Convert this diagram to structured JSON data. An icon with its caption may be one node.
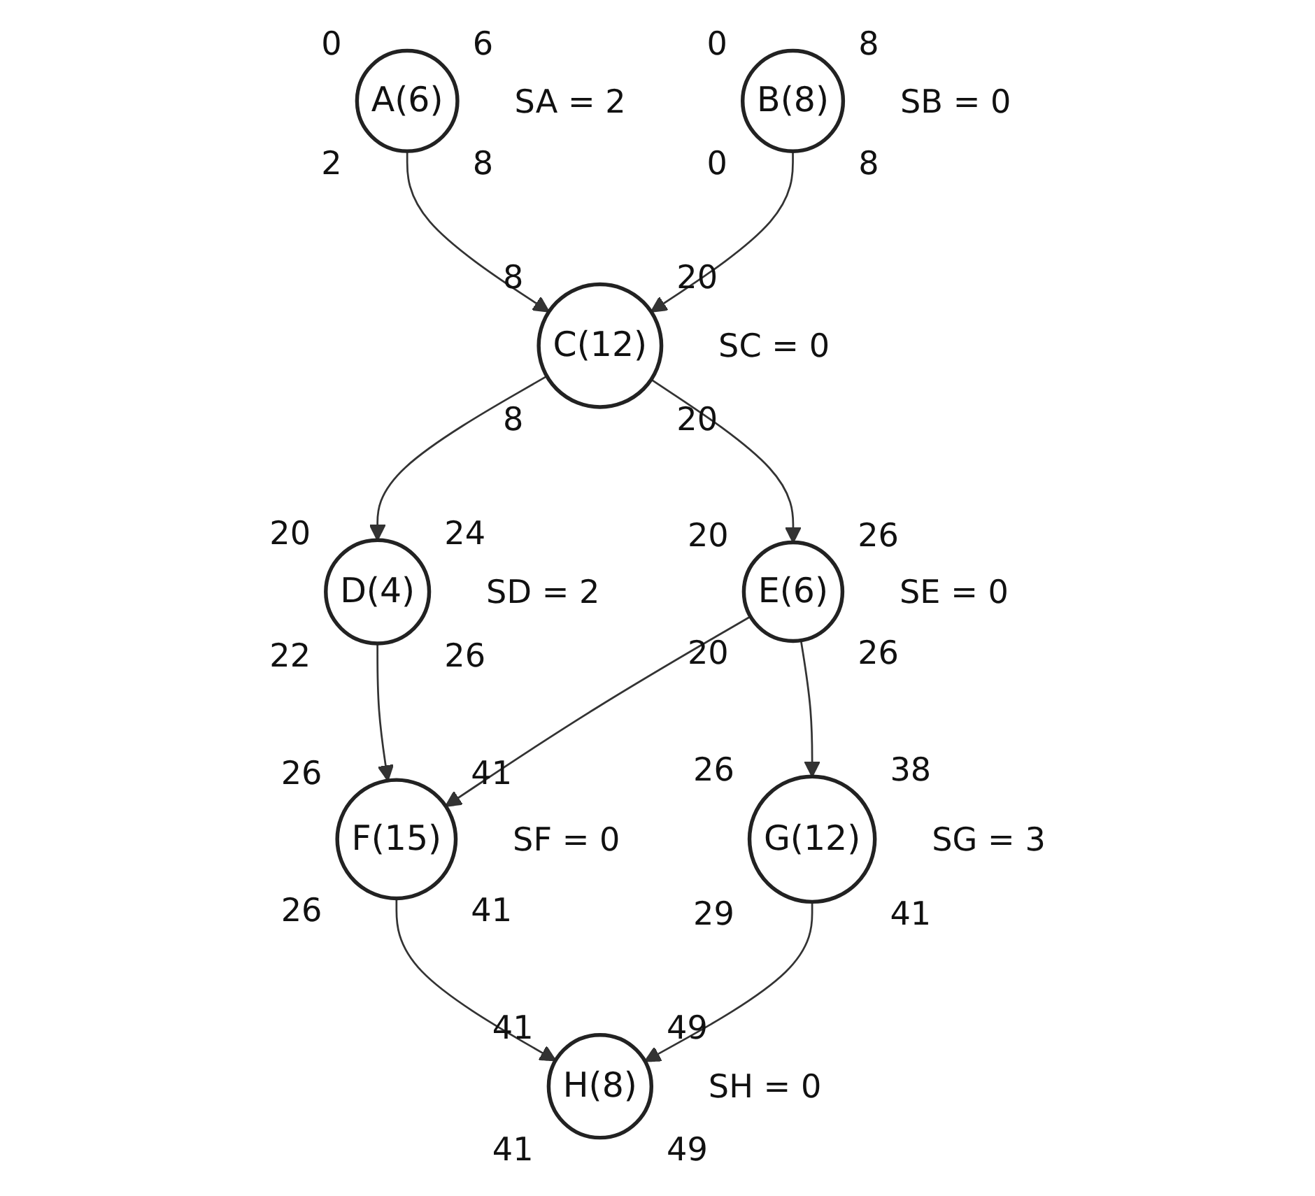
{
  "diagram": {
    "nodes": [
      {
        "text": [
          "A(6)"
        ],
        "beside": [
          "0",
          "6",
          "2",
          "8",
          "SA = 2"
        ]
      },
      {
        "text": [
          "B(8)"
        ],
        "beside": [
          "0",
          "8",
          "0",
          "8",
          "SB = 0"
        ]
      },
      {
        "text": [
          "C(12)"
        ],
        "beside": [
          "8",
          "20",
          "8",
          "20",
          "SC = 0"
        ]
      },
      {
        "text": [
          "D(4)"
        ],
        "beside": [
          "20",
          "24",
          "22",
          "26",
          "SD = 2"
        ]
      },
      {
        "text": [
          "E(6)"
        ],
        "beside": [
          "20",
          "26",
          "20",
          "26",
          "SE = 0"
        ]
      },
      {
        "text": [
          "F(15)"
        ],
        "beside": [
          "26",
          "41",
          "26",
          "41",
          "SF = 0"
        ]
      },
      {
        "text": [
          "G(12)"
        ],
        "beside": [
          "26",
          "38",
          "29",
          "41",
          "SG = 3"
        ]
      },
      {
        "text": [
          "H(8)"
        ],
        "beside": [
          "41",
          "49",
          "41",
          "49",
          "SH = 0"
        ]
      }
    ],
    "edges": [
      {
        "from": 0,
        "to": 2,
        "arrow": "to"
      },
      {
        "from": 1,
        "to": 2,
        "arrow": "to"
      },
      {
        "from": 2,
        "to": 3,
        "arrow": "to"
      },
      {
        "from": 2,
        "to": 4,
        "arrow": "to"
      },
      {
        "from": 3,
        "to": 5,
        "arrow": "to"
      },
      {
        "from": 4,
        "to": 5,
        "arrow": "to"
      },
      {
        "from": 4,
        "to": 6,
        "arrow": "to"
      },
      {
        "from": 5,
        "to": 7,
        "arrow": "to"
      },
      {
        "from": 6,
        "to": 7,
        "arrow": "to"
      }
    ]
  }
}
